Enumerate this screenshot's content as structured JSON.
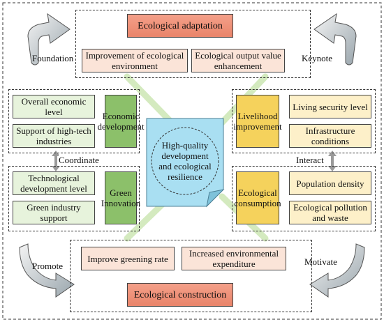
{
  "top": {
    "title": "Ecological adaptation",
    "left": "Improvement of ecological environment",
    "right": "Ecological output value enhancement"
  },
  "left_upper": {
    "items": [
      "Overall economic level",
      "Support of high-tech industries"
    ],
    "label": "Economic development"
  },
  "left_lower": {
    "items": [
      "Technological development level",
      "Green industry support"
    ],
    "label": "Green Innovation"
  },
  "right_upper": {
    "label": "Livelihood improvement",
    "items": [
      "Living security level",
      "Infrastructure conditions"
    ]
  },
  "right_lower": {
    "label": "Ecological consumption",
    "items": [
      "Population density",
      "Ecological pollution and waste"
    ]
  },
  "center": {
    "text": "High-quality development and ecological resilience"
  },
  "bottom": {
    "left": "Improve greening rate",
    "right": "Increased environmental expenditure",
    "title": "Ecological construction"
  },
  "arrow_labels": {
    "foundation": "Foundation",
    "keynote": "Keynote",
    "promote": "Promote",
    "motivate": "Motivate",
    "coordinate": "Coordinate",
    "interact": "Interact"
  },
  "colors": {
    "green_light": "#e7f3dc",
    "green_dark": "#8cc06a",
    "yellow_light": "#fdf0c9",
    "yellow_dark": "#f5d25c",
    "pink_light": "#fbe4d8",
    "red": "#e9846a",
    "center_blue": "#a9dff2",
    "connector_green": "#cfe8b8"
  }
}
